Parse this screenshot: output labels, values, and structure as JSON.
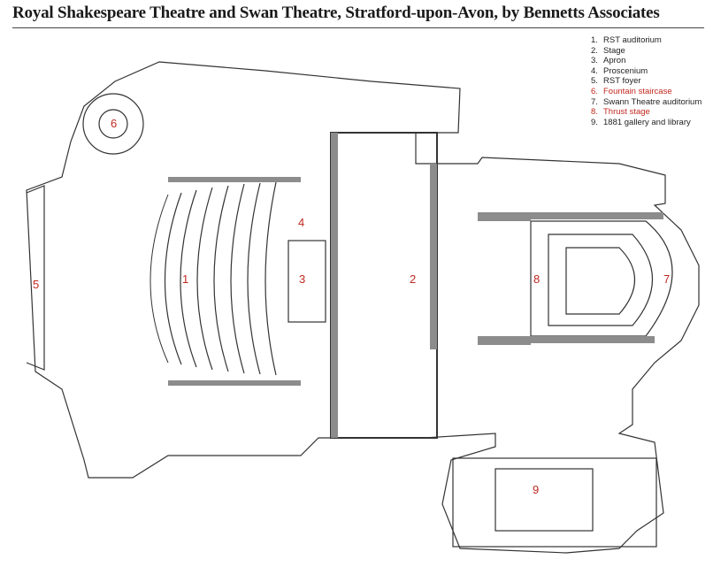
{
  "title": "Royal Shakespeare Theatre and Swan Theatre, Stratford-upon-Avon, by Bennetts Associates",
  "legend": [
    {
      "num": "1.",
      "text": "RST auditorium",
      "highlight": false
    },
    {
      "num": "2.",
      "text": "Stage",
      "highlight": false
    },
    {
      "num": "3.",
      "text": "Apron",
      "highlight": false
    },
    {
      "num": "4.",
      "text": "Proscenium",
      "highlight": false
    },
    {
      "num": "5.",
      "text": "RST foyer",
      "highlight": false
    },
    {
      "num": "6.",
      "text": "Fountain staircase",
      "highlight": true
    },
    {
      "num": "7.",
      "text": "Swann Theatre auditorium",
      "highlight": false
    },
    {
      "num": "8.",
      "text": "Thrust stage",
      "highlight": true
    },
    {
      "num": "9.",
      "text": "1881 gallery and library",
      "highlight": false
    }
  ],
  "labels": {
    "l1": "1",
    "l2": "2",
    "l3": "3",
    "l4": "4",
    "l5": "5",
    "l6": "6",
    "l7": "7",
    "l8": "8",
    "l9": "9"
  },
  "colors": {
    "wall": "#8c8c8c",
    "line": "#333333",
    "label": "#c0281e"
  }
}
